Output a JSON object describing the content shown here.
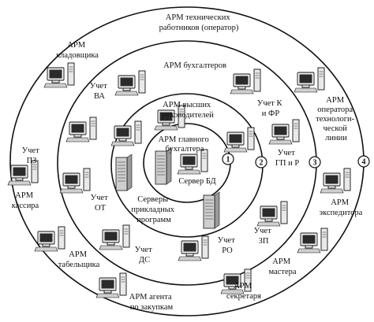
{
  "labels": {
    "arm_tech": [
      "АРМ технических",
      "работников (оператор)"
    ],
    "arm_storekeeper": [
      "АРМ",
      "кладовщика"
    ],
    "arm_accountants": [
      "АРМ бухгалтеров"
    ],
    "arm_operator_line": [
      "АРМ",
      "оператора",
      "технологи-",
      "ческой",
      "линии"
    ],
    "uchet_va": [
      "Учет",
      "ВА"
    ],
    "uchet_k_fr": [
      "Учет К",
      "и ФР"
    ],
    "arm_top_managers": [
      "АРМ высших",
      "руководителей"
    ],
    "arm_chief_accountant": [
      "АРМ главного",
      "бухгалтера"
    ],
    "uchet_gp_r": [
      "Учет",
      "ГП и Р"
    ],
    "uchet_pz": [
      "Учет",
      "ПЗ"
    ],
    "server_db": [
      "Сервер БД"
    ],
    "arm_cashier": [
      "АРМ",
      "кассира"
    ],
    "uchet_ot": [
      "Учет",
      "ОТ"
    ],
    "app_servers": [
      "Серверы",
      "прикладных",
      "программ"
    ],
    "arm_forwarder": [
      "АРМ",
      "экспедитора"
    ],
    "uchet_zp": [
      "Учет",
      "ЗП"
    ],
    "uchet_ro": [
      "Учет",
      "РО"
    ],
    "uchet_ds": [
      "Учет",
      "ДС"
    ],
    "arm_timekeeper": [
      "АРМ",
      "табельщика"
    ],
    "arm_master": [
      "АРМ",
      "мастера"
    ],
    "arm_secretary": [
      "АРМ",
      "секретаря"
    ],
    "arm_purchasing": [
      "АРМ агента",
      "по закупкам"
    ]
  },
  "ring_numbers": [
    "1",
    "2",
    "3",
    "4"
  ],
  "icons": {
    "workstation": "workstation-icon",
    "server": "server-icon"
  }
}
